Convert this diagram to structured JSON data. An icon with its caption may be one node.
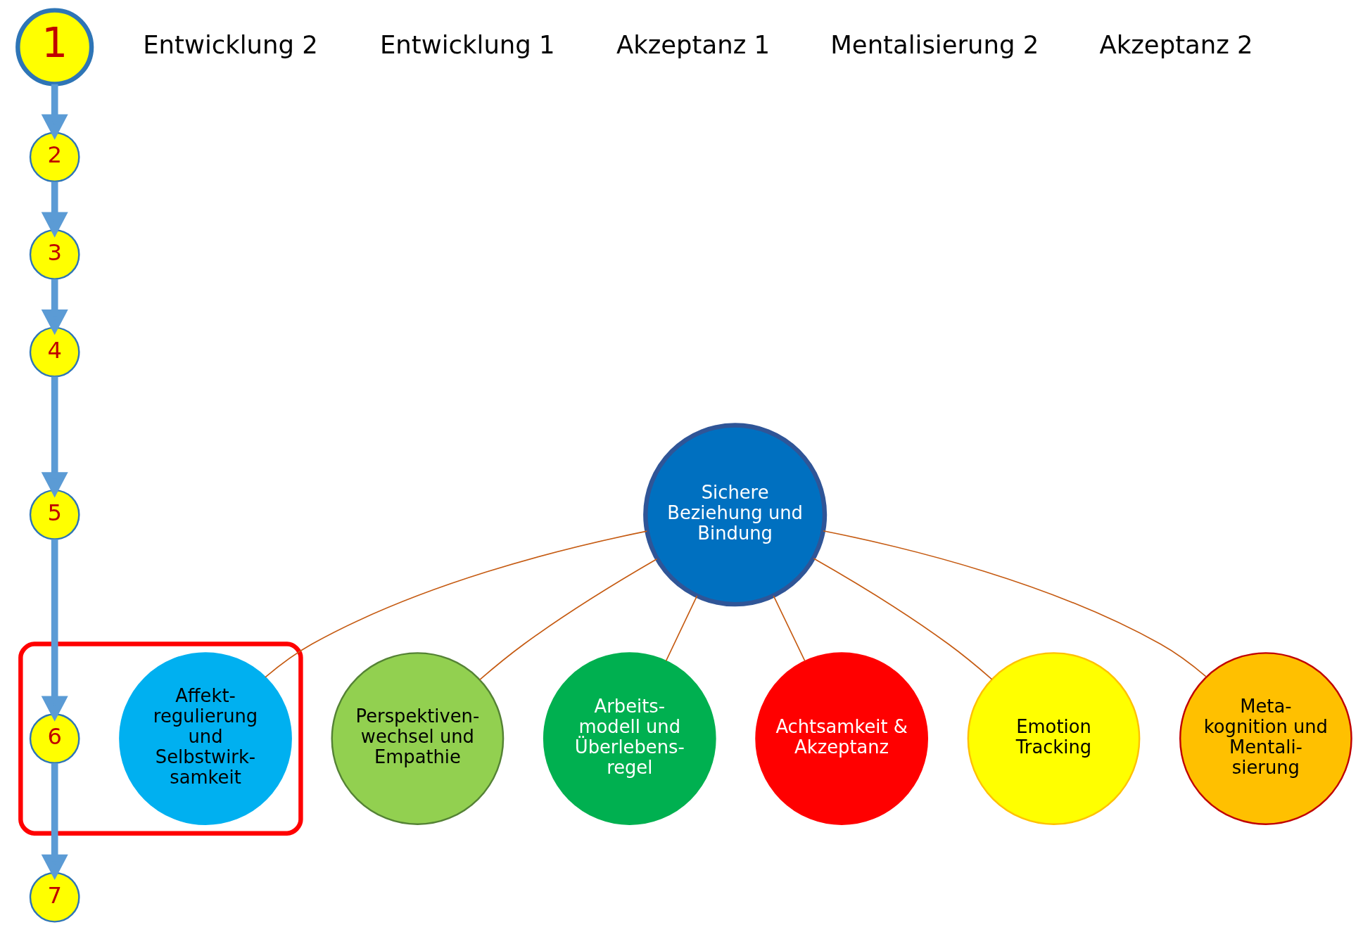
{
  "diagram": {
    "nodes": [
      {
        "text": [],
        "shape": "box"
      },
      {
        "text": [
          "Affekt- regulierung und Selbstwirk- samkeit"
        ],
        "in": 0
      },
      {
        "text": [
          "6"
        ],
        "in": 0
      },
      {
        "text": [
          "7"
        ]
      },
      {
        "text": [
          "Perspektiven- wechsel und Empathie"
        ]
      },
      {
        "text": [
          "1"
        ]
      },
      {
        "text": [
          "Sichere Beziehung und Bindung"
        ]
      },
      {
        "text": [
          "2"
        ]
      },
      {
        "text": [
          "Arbeits- modell und Überlebens- regel"
        ]
      },
      {
        "text": [
          "Achtsamkeit & Akzeptanz"
        ]
      },
      {
        "text": [
          "3"
        ]
      },
      {
        "text": [
          "Emotion Tracking"
        ]
      },
      {
        "text": [
          "4"
        ]
      },
      {
        "text": [
          "Meta- kognition und Mentali- sierung"
        ]
      },
      {
        "text": [
          "5"
        ]
      }
    ],
    "edges": [
      {
        "from": 5,
        "to": 7,
        "arrow": "to",
        "style": "thick",
        "color": "#5b9bd5"
      },
      {
        "from": 7,
        "to": 10,
        "arrow": "to",
        "style": "thick",
        "color": "#5b9bd5"
      },
      {
        "from": 10,
        "to": 12,
        "arrow": "to",
        "style": "thick",
        "color": "#5b9bd5"
      },
      {
        "from": 12,
        "to": 14,
        "arrow": "to",
        "style": "thick",
        "color": "#5b9bd5"
      },
      {
        "from": 14,
        "to": 2,
        "arrow": "to",
        "style": "thick",
        "color": "#5b9bd5"
      },
      {
        "from": 2,
        "to": 3,
        "arrow": "to",
        "style": "thick",
        "color": "#5b9bd5"
      },
      {
        "from": 6,
        "to": 4,
        "arrow": "none",
        "color": "#c55a11"
      },
      {
        "from": 6,
        "to": 8,
        "arrow": "none",
        "color": "#c55a11"
      },
      {
        "from": 6,
        "to": 9,
        "arrow": "none",
        "color": "#c55a11"
      },
      {
        "from": 6,
        "to": 11,
        "arrow": "none",
        "color": "#c55a11"
      },
      {
        "from": 6,
        "to": 13,
        "arrow": "none",
        "color": "#c55a11"
      },
      {
        "from": 6,
        "to": 1,
        "arrow": "none",
        "color": "#c55a11"
      }
    ],
    "labels": [
      "Entwicklung 2",
      "Entwicklung 1",
      "Akzeptanz 1",
      "Mentalisierung 2",
      "Akzeptanz 2"
    ]
  }
}
